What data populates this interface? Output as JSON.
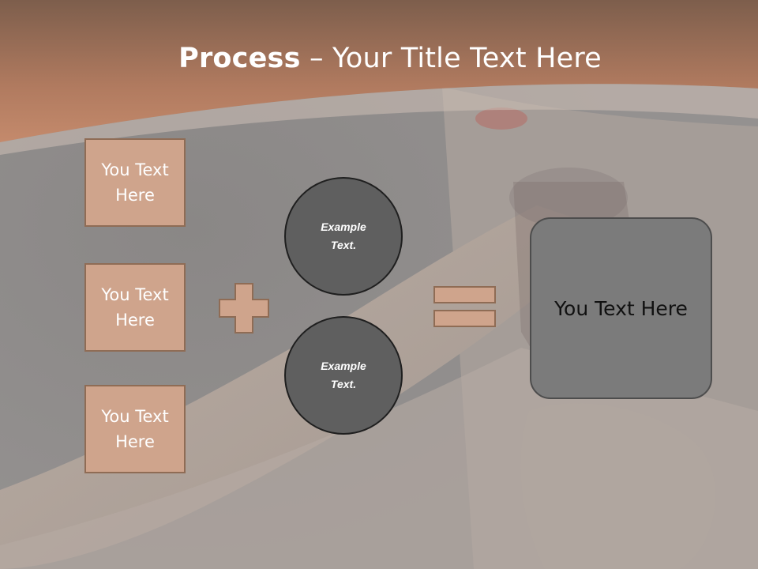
{
  "slide": {
    "title_bold": "Process",
    "title_rest": " – Your Title Text Here"
  },
  "left_boxes": [
    {
      "label": "You Text Here"
    },
    {
      "label": "You Text Here"
    },
    {
      "label": "You Text Here"
    }
  ],
  "circles": [
    {
      "label": "Example Text."
    },
    {
      "label": "Example Text."
    }
  ],
  "result": {
    "label": "You Text Here"
  },
  "colors": {
    "header_brown": "#b98165",
    "box_tan": "#cfa48c",
    "box_border": "#8f6c55",
    "circle_fill": "#5f5f5f",
    "result_fill": "#7b7b7b"
  },
  "icons": {
    "plus": "plus-icon",
    "equals": "equals-icon"
  }
}
